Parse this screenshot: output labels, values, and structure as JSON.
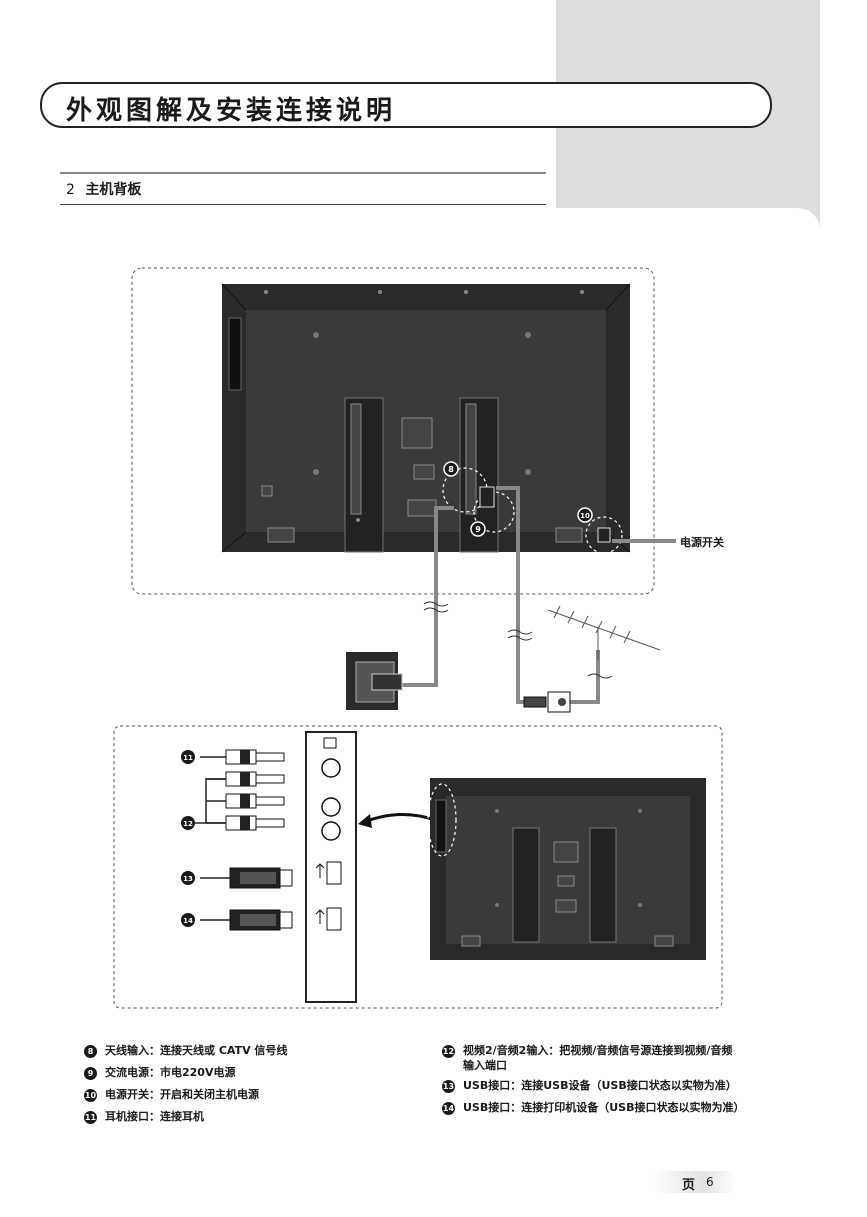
{
  "header": {
    "title": "外观图解及安装连接说明"
  },
  "section": {
    "number": "2",
    "title": "主机背板"
  },
  "diagram": {
    "power_switch_label": "电源开关",
    "callouts": {
      "c8": "8",
      "c9": "9",
      "c10": "10",
      "c11": "11",
      "c12": "12",
      "c13": "13",
      "c14": "14"
    }
  },
  "legend": {
    "left": [
      {
        "num": "8",
        "label": "天线输入：",
        "desc": "连接天线或 CATV 信号线"
      },
      {
        "num": "9",
        "label": "交流电源：",
        "desc": "市电220V电源"
      },
      {
        "num": "10",
        "label": "电源开关：",
        "desc": "开启和关闭主机电源"
      },
      {
        "num": "11",
        "label": "耳机接口：",
        "desc": "连接耳机"
      }
    ],
    "right": [
      {
        "num": "12",
        "label": "视频2/音频2输入：",
        "desc": "把视频/音频信号源连接到视频/音频",
        "desc2": "输入端口"
      },
      {
        "num": "13",
        "label": "USB接口：",
        "desc": "连接USB设备（USB接口状态以实物为准）"
      },
      {
        "num": "14",
        "label": "USB接口：",
        "desc": "连接打印机设备（USB接口状态以实物为准）"
      }
    ]
  },
  "footer": {
    "page_label": "页",
    "page_number": "6"
  }
}
